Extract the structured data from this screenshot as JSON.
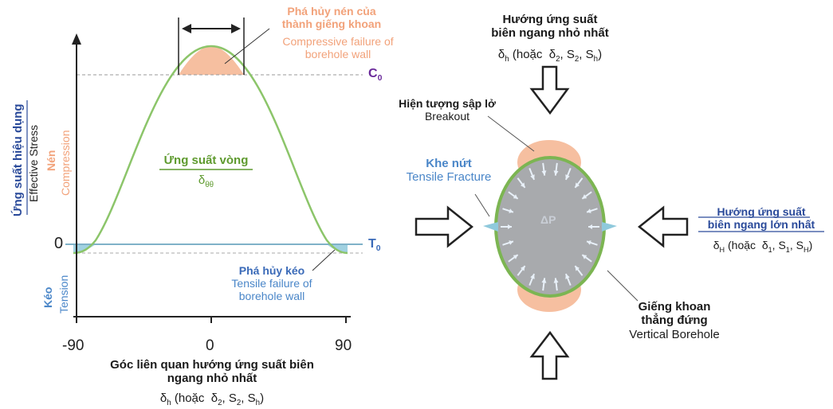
{
  "chart": {
    "compressive_failure_vi": "Phá hủy nén của",
    "compressive_failure_vi2": "thành giếng khoan",
    "compressive_failure_en": "Compressive failure of",
    "compressive_failure_en2": "borehole wall",
    "c0_label": "C",
    "c0_sub": "0",
    "t0_label": "T",
    "t0_sub": "0",
    "zero_label": "0",
    "hoop_stress_vi": "Ứng suất vòng",
    "hoop_stress_symbol": "δ",
    "hoop_stress_sub": "θθ",
    "tensile_failure_vi": "Phá hủy kéo",
    "tensile_failure_en": "Tensile failure of",
    "tensile_failure_en2": "borehole wall",
    "yaxis_vi": "Ứng suất hiệu dụng",
    "yaxis_en": "Effective Stress",
    "compression_vi": "Nén",
    "compression_en": "Compression",
    "tension_vi": "Kéo",
    "tension_en": "Tension",
    "xaxis_vi": "Góc liên quan hướng ứng suất biên",
    "xaxis_vi2": "ngang nhỏ nhất",
    "xaxis_formula": "δh (hoặc  δ2, S2, Sh)",
    "x_ticks": [
      "-90",
      "0",
      "90"
    ]
  },
  "chart_data": {
    "type": "line",
    "xlabel": "Góc liên quan hướng ứng suất biên ngang nhỏ nhất",
    "ylabel": "Ứng suất hiệu dụng",
    "x_ticks": [
      -90,
      0,
      90
    ],
    "reference_lines": [
      {
        "name": "C0",
        "y": 1.0
      },
      {
        "name": "T0",
        "y": -0.05
      }
    ]
  },
  "borehole": {
    "min_stress_title": "Hướng ứng suất",
    "min_stress_title2": "biên ngang nhỏ nhất",
    "min_stress_formula": "δh (hoặc  δ2, S2, Sh)",
    "breakout_vi": "Hiện tượng sập lở",
    "breakout_en": "Breakout",
    "fracture_vi": "Khe nứt",
    "fracture_en": "Tensile Fracture",
    "max_stress_title": "Hướng ứng suất",
    "max_stress_title2": "biên ngang lớn nhất",
    "max_stress_formula": "δH (hoặc  δ1, S1, SH)",
    "borehole_vi": "Giếng khoan",
    "borehole_vi2": "thẳng đứng",
    "borehole_en": "Vertical Borehole",
    "pressure_label": "ΔP"
  },
  "colors": {
    "curve": "#8cc56a",
    "failure_fill": "#f6bfa0",
    "tension_fill": "#8fc9dc",
    "borehole_fill": "#a8aaad",
    "axis": "#222222"
  }
}
